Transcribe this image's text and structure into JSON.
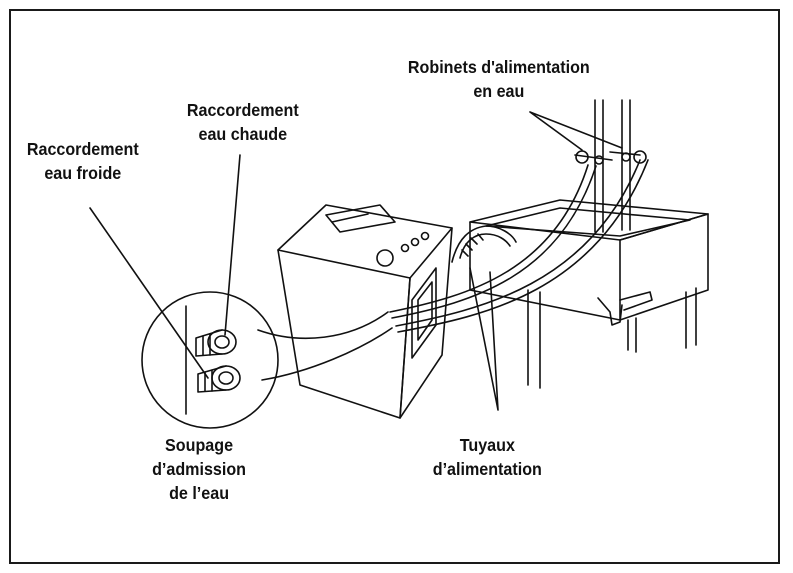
{
  "labels": {
    "valves": {
      "line1": "Robinets d'alimentation",
      "line2": "en eau"
    },
    "hot": {
      "line1": "Raccordement",
      "line2": "eau chaude"
    },
    "cold": {
      "line1": "Raccordement",
      "line2": "eau froide"
    },
    "inlet": {
      "line1": "Soupage",
      "line2": "d’admission",
      "line3": "de l’eau"
    },
    "hoses": {
      "line1": "Tuyaux",
      "line2": "d’alimentation"
    }
  },
  "colors": {
    "ink": "#111111",
    "background": "#ffffff"
  }
}
